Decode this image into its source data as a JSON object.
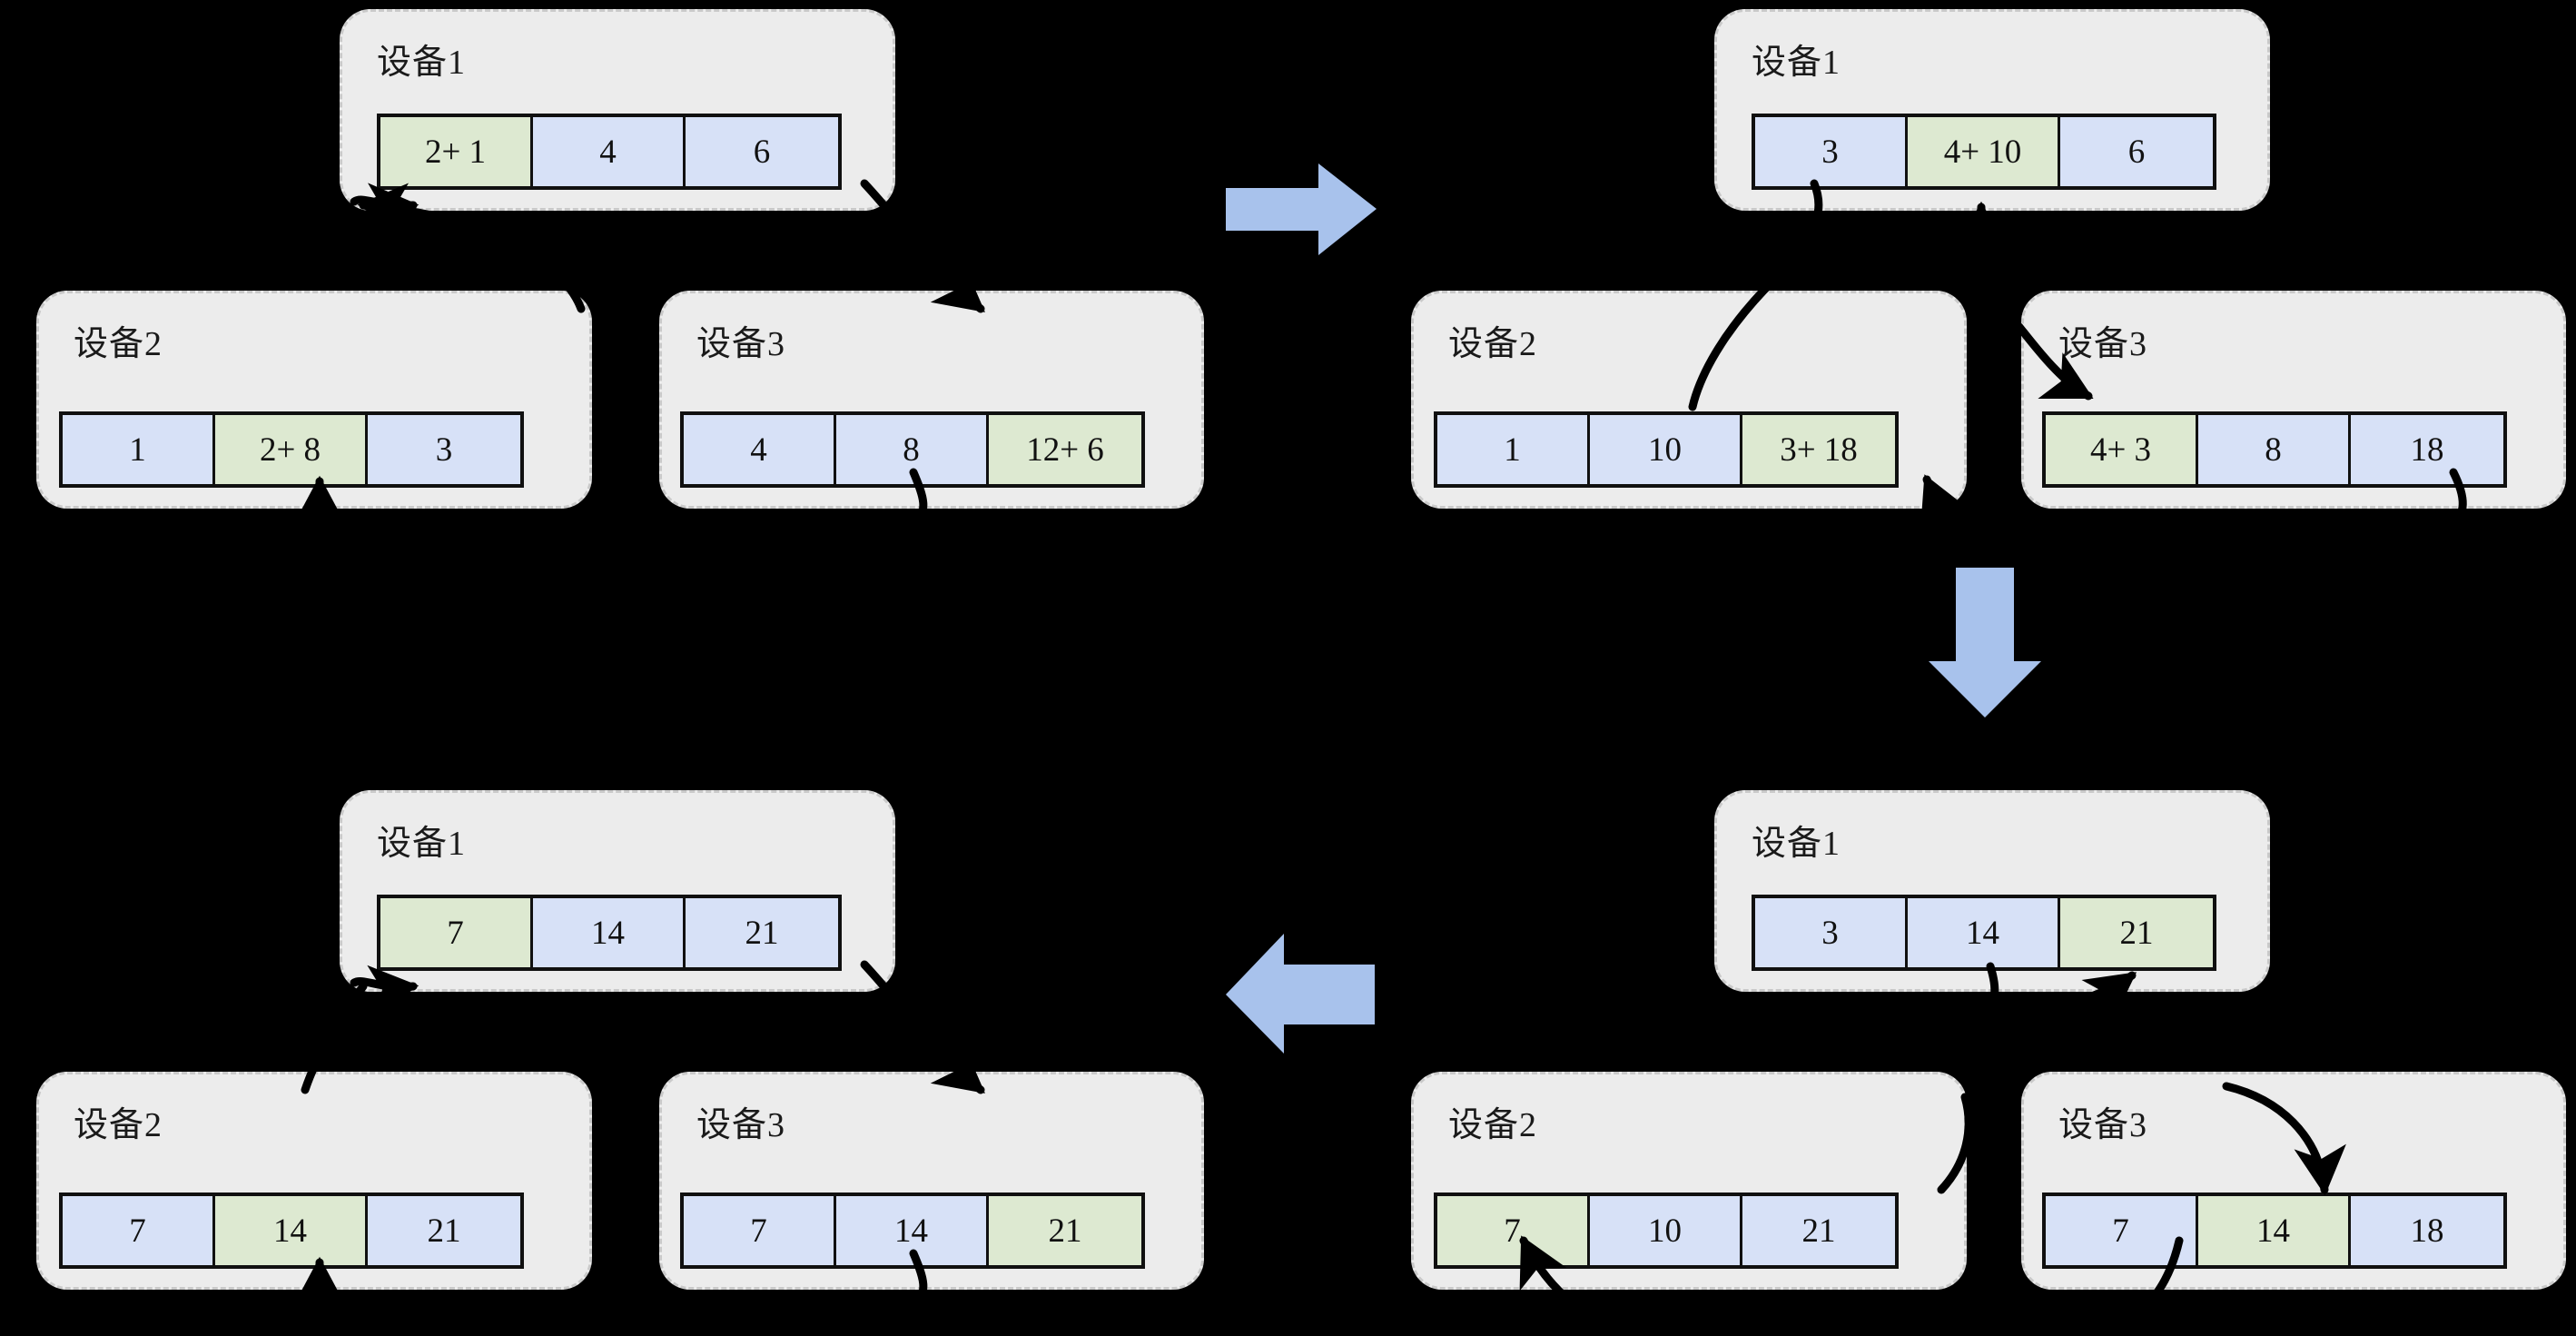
{
  "colors": {
    "device_bg": "#ececec",
    "device_border": "#c9c9c9",
    "cell_blue": "#d7e1f7",
    "cell_green": "#dde9d1",
    "cell_border": "#101010",
    "big_arrow": "#a8c2ec",
    "curve": "#000000",
    "page_bg": "#000000"
  },
  "quadrants": [
    {
      "id": "step-1",
      "devices": [
        {
          "name": "device-1",
          "title": "设备1",
          "cells": [
            {
              "text": "2+ 1",
              "highlight": true
            },
            {
              "text": "4",
              "highlight": false
            },
            {
              "text": "6",
              "highlight": false
            }
          ]
        },
        {
          "name": "device-2",
          "title": "设备2",
          "cells": [
            {
              "text": "1",
              "highlight": false
            },
            {
              "text": "2+ 8",
              "highlight": true
            },
            {
              "text": "3",
              "highlight": false
            }
          ]
        },
        {
          "name": "device-3",
          "title": "设备3",
          "cells": [
            {
              "text": "4",
              "highlight": false
            },
            {
              "text": "8",
              "highlight": false
            },
            {
              "text": "12+ 6",
              "highlight": true
            }
          ]
        }
      ]
    },
    {
      "id": "step-2",
      "devices": [
        {
          "name": "device-1",
          "title": "设备1",
          "cells": [
            {
              "text": "3",
              "highlight": false
            },
            {
              "text": "4+ 10",
              "highlight": true
            },
            {
              "text": "6",
              "highlight": false
            }
          ]
        },
        {
          "name": "device-2",
          "title": "设备2",
          "cells": [
            {
              "text": "1",
              "highlight": false
            },
            {
              "text": "10",
              "highlight": false
            },
            {
              "text": "3+ 18",
              "highlight": true
            }
          ]
        },
        {
          "name": "device-3",
          "title": "设备3",
          "cells": [
            {
              "text": "4+ 3",
              "highlight": true
            },
            {
              "text": "8",
              "highlight": false
            },
            {
              "text": "18",
              "highlight": false
            }
          ]
        }
      ]
    },
    {
      "id": "step-3",
      "devices": [
        {
          "name": "device-1",
          "title": "设备1",
          "cells": [
            {
              "text": "3",
              "highlight": false
            },
            {
              "text": "14",
              "highlight": false
            },
            {
              "text": "21",
              "highlight": true
            }
          ]
        },
        {
          "name": "device-2",
          "title": "设备2",
          "cells": [
            {
              "text": "7",
              "highlight": true
            },
            {
              "text": "10",
              "highlight": false
            },
            {
              "text": "21",
              "highlight": false
            }
          ]
        },
        {
          "name": "device-3",
          "title": "设备3",
          "cells": [
            {
              "text": "7",
              "highlight": false
            },
            {
              "text": "14",
              "highlight": true
            },
            {
              "text": "18",
              "highlight": false
            }
          ]
        }
      ]
    },
    {
      "id": "step-4",
      "devices": [
        {
          "name": "device-1",
          "title": "设备1",
          "cells": [
            {
              "text": "7",
              "highlight": true
            },
            {
              "text": "14",
              "highlight": false
            },
            {
              "text": "21",
              "highlight": false
            }
          ]
        },
        {
          "name": "device-2",
          "title": "设备2",
          "cells": [
            {
              "text": "7",
              "highlight": false
            },
            {
              "text": "14",
              "highlight": true
            },
            {
              "text": "21",
              "highlight": false
            }
          ]
        },
        {
          "name": "device-3",
          "title": "设备3",
          "cells": [
            {
              "text": "7",
              "highlight": false
            },
            {
              "text": "14",
              "highlight": false
            },
            {
              "text": "21",
              "highlight": true
            }
          ]
        }
      ]
    }
  ],
  "flow_arrows": [
    {
      "name": "flow-arrow-right-top",
      "direction": "right",
      "from": "step-1",
      "to": "step-2"
    },
    {
      "name": "flow-arrow-down-right",
      "direction": "down",
      "from": "step-2",
      "to": "step-3"
    },
    {
      "name": "flow-arrow-left-bottom",
      "direction": "left",
      "from": "step-3",
      "to": "step-4"
    }
  ]
}
